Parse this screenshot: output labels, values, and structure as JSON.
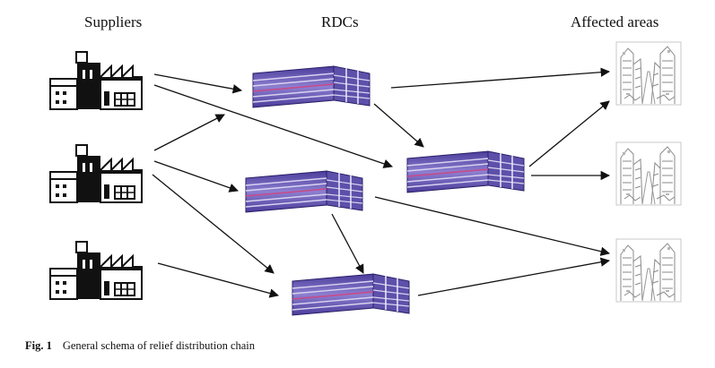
{
  "headers": {
    "suppliers": "Suppliers",
    "rdcs": "RDCs",
    "affected": "Affected areas"
  },
  "caption": {
    "label": "Fig. 1",
    "text": "General schema of relief distribution chain"
  },
  "nodes": {
    "suppliers": [
      {
        "id": "supplier-1",
        "icon": "factory-icon"
      },
      {
        "id": "supplier-2",
        "icon": "factory-icon"
      },
      {
        "id": "supplier-3",
        "icon": "factory-icon"
      }
    ],
    "rdcs": [
      {
        "id": "rdc-1",
        "icon": "warehouse-icon"
      },
      {
        "id": "rdc-2",
        "icon": "warehouse-icon"
      },
      {
        "id": "rdc-3",
        "icon": "warehouse-icon"
      },
      {
        "id": "rdc-4",
        "icon": "warehouse-icon"
      }
    ],
    "affected_areas": [
      {
        "id": "area-1",
        "icon": "damaged-city-icon"
      },
      {
        "id": "area-2",
        "icon": "damaged-city-icon"
      },
      {
        "id": "area-3",
        "icon": "damaged-city-icon"
      }
    ]
  },
  "edges": [
    {
      "from": "supplier-1",
      "to": "rdc-1"
    },
    {
      "from": "supplier-1",
      "to": "rdc-2"
    },
    {
      "from": "supplier-2",
      "to": "rdc-1"
    },
    {
      "from": "supplier-2",
      "to": "rdc-3"
    },
    {
      "from": "supplier-2",
      "to": "rdc-4"
    },
    {
      "from": "supplier-3",
      "to": "rdc-4"
    },
    {
      "from": "rdc-1",
      "to": "area-1"
    },
    {
      "from": "rdc-1",
      "to": "rdc-2"
    },
    {
      "from": "rdc-2",
      "to": "area-1"
    },
    {
      "from": "rdc-2",
      "to": "area-2"
    },
    {
      "from": "rdc-3",
      "to": "rdc-4"
    },
    {
      "from": "rdc-3",
      "to": "area-3"
    },
    {
      "from": "rdc-4",
      "to": "area-3"
    }
  ],
  "colors": {
    "ink": "#111111",
    "warehouse_front": "#6e5fb8",
    "warehouse_stripe": "#c94a8a",
    "warehouse_light": "#d9d2f0",
    "warehouse_top": "#3d2f82",
    "city_stroke": "#8a8a8a"
  }
}
